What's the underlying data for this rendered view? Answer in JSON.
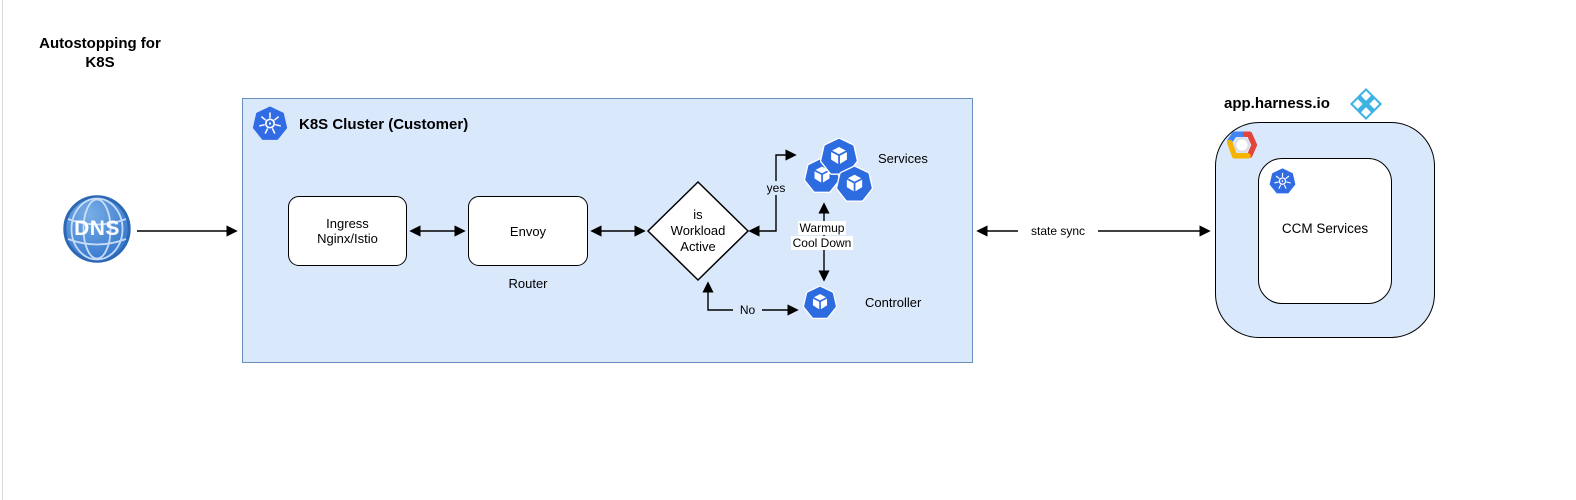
{
  "title": {
    "line1": "Autostopping for",
    "line2": "K8S"
  },
  "dns": {
    "label": "DNS"
  },
  "cluster": {
    "title": "K8S Cluster (Customer)",
    "ingress": {
      "line1": "Ingress",
      "line2": "Nginx/Istio"
    },
    "envoy": {
      "label": "Envoy",
      "caption": "Router"
    },
    "decision": {
      "line1": "is",
      "line2": "Workload",
      "line3": "Active"
    },
    "services": {
      "label": "Services"
    },
    "controller": {
      "label": "Controller"
    }
  },
  "labels": {
    "yes": "yes",
    "no": "No",
    "warmup_line1": "Warmup",
    "warmup_line2": "Cool Down",
    "state_sync": "state sync"
  },
  "harness": {
    "domain": "app.harness.io",
    "ccm": {
      "label": "CCM Services"
    }
  },
  "icons": {
    "dns": "globe",
    "kubernetes": "kubernetes-wheel",
    "services": "three-cube-pods",
    "controller": "cube-pod",
    "gcp": "google-cloud-hexagon",
    "harness_logo": "blue-diamond-grid"
  },
  "colors": {
    "cluster_fill": "#dae8fc",
    "cluster_stroke": "#6c8ebf",
    "node_stroke": "#000000",
    "k8s_blue": "#326ce5",
    "pod_blue": "#2c6be0",
    "harness_blue": "#3fb2e5",
    "gcp_blue": "#4285f4",
    "gcp_red": "#e5443b",
    "gcp_yellow": "#f4b400",
    "dns_blue": "#3579cf"
  }
}
